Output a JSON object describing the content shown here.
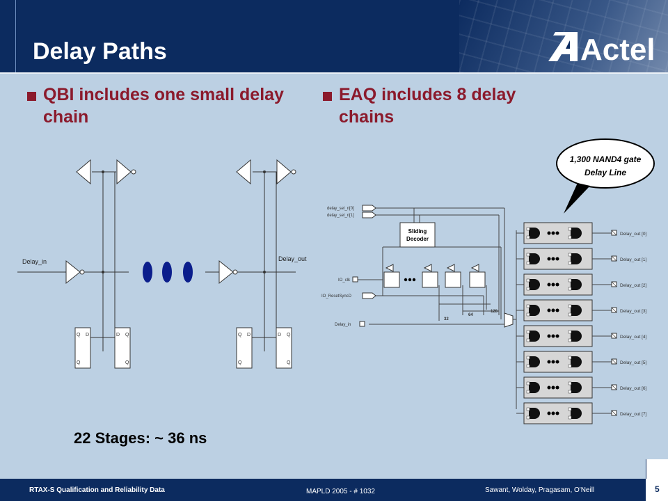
{
  "slide": {
    "title": "Delay Paths",
    "logo_text": "Actel",
    "bullets": [
      "QBI includes one small delay chain",
      "EAQ includes 8 delay chains"
    ],
    "stages_caption": "22 Stages: ~ 36 ns"
  },
  "qbi_diagram": {
    "input_label": "Delay_in",
    "output_label": "Delay_out"
  },
  "eaq_diagram": {
    "callout": [
      "1,300 NAND4 gate",
      "Delay Line"
    ],
    "inputs": [
      "delay_sel_n[0]",
      "delay_sel_n[1]",
      "IO_clk",
      "IO_ResetSyncD",
      "Delay_in"
    ],
    "decoder": [
      "Sliding",
      "Decoder"
    ],
    "bus_labels": [
      "32",
      "64",
      "128"
    ],
    "outputs": [
      "Delay_out [0]",
      "Delay_out [1]",
      "Delay_out [2]",
      "Delay_out [3]",
      "Delay_out [4]",
      "Delay_out [5]",
      "Delay_out [6]",
      "Delay_out [7]"
    ]
  },
  "footer": {
    "left": "RTAX-S Qualification and Reliability Data",
    "center": "MAPLD 2005 - # 1032",
    "right": "Sawant, Wolday, Pragasam, O'Neill",
    "page": "5"
  }
}
